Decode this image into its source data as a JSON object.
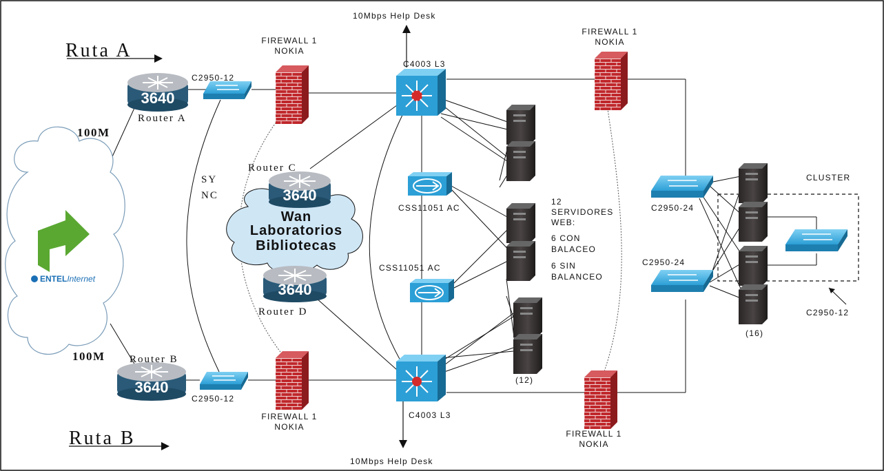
{
  "labels": {
    "ruta_a": "Ruta A",
    "ruta_b": "Ruta B",
    "speed_top": "100M",
    "speed_bottom": "100M",
    "router_a": "Router A",
    "router_b": "Router B",
    "router_c": "Router C",
    "router_d": "Router D",
    "router_model": "3640",
    "switch_a": "C2950-12",
    "switch_b": "C2950-12",
    "fw_line1": "FIREWALL 1",
    "fw_line2": "NOKIA",
    "sync_1": "SY",
    "sync_2": "NC",
    "core_top": "C4003 L3",
    "core_bottom": "C4003 L3",
    "help_top": "10Mbps Help Desk",
    "help_bottom": "10Mbps Help Desk",
    "wan_1": "Wan",
    "wan_2": "Laboratorios",
    "wan_3": "Bibliotecas",
    "css_1": "CSS11051 AC",
    "css_2": "CSS11051 AC",
    "servers_1": "12",
    "servers_2": "SERVIDORES",
    "servers_3": "WEB:",
    "servers_4": "6 CON",
    "servers_5": "BALACEO",
    "servers_6": "6 SIN",
    "servers_7": "BALANCEO",
    "count_12": "(12)",
    "switch_right_top": "C2950-24",
    "switch_right_bottom": "C2950-24",
    "cluster": "CLUSTER",
    "count_16": "(16)",
    "switch_cluster": "C2950-12",
    "isp_brand": "ENTEL",
    "isp_brand2": "Internet"
  },
  "colors": {
    "cloud_fill": "#cfe6f5",
    "router_top": "#b8bcc2",
    "router_body": "#2a5a78",
    "switch_fill": "#2c9fd6",
    "firewall_brick": "#c0282c",
    "server_body": "#3a3636",
    "isp_arrow": "#5aa832"
  }
}
